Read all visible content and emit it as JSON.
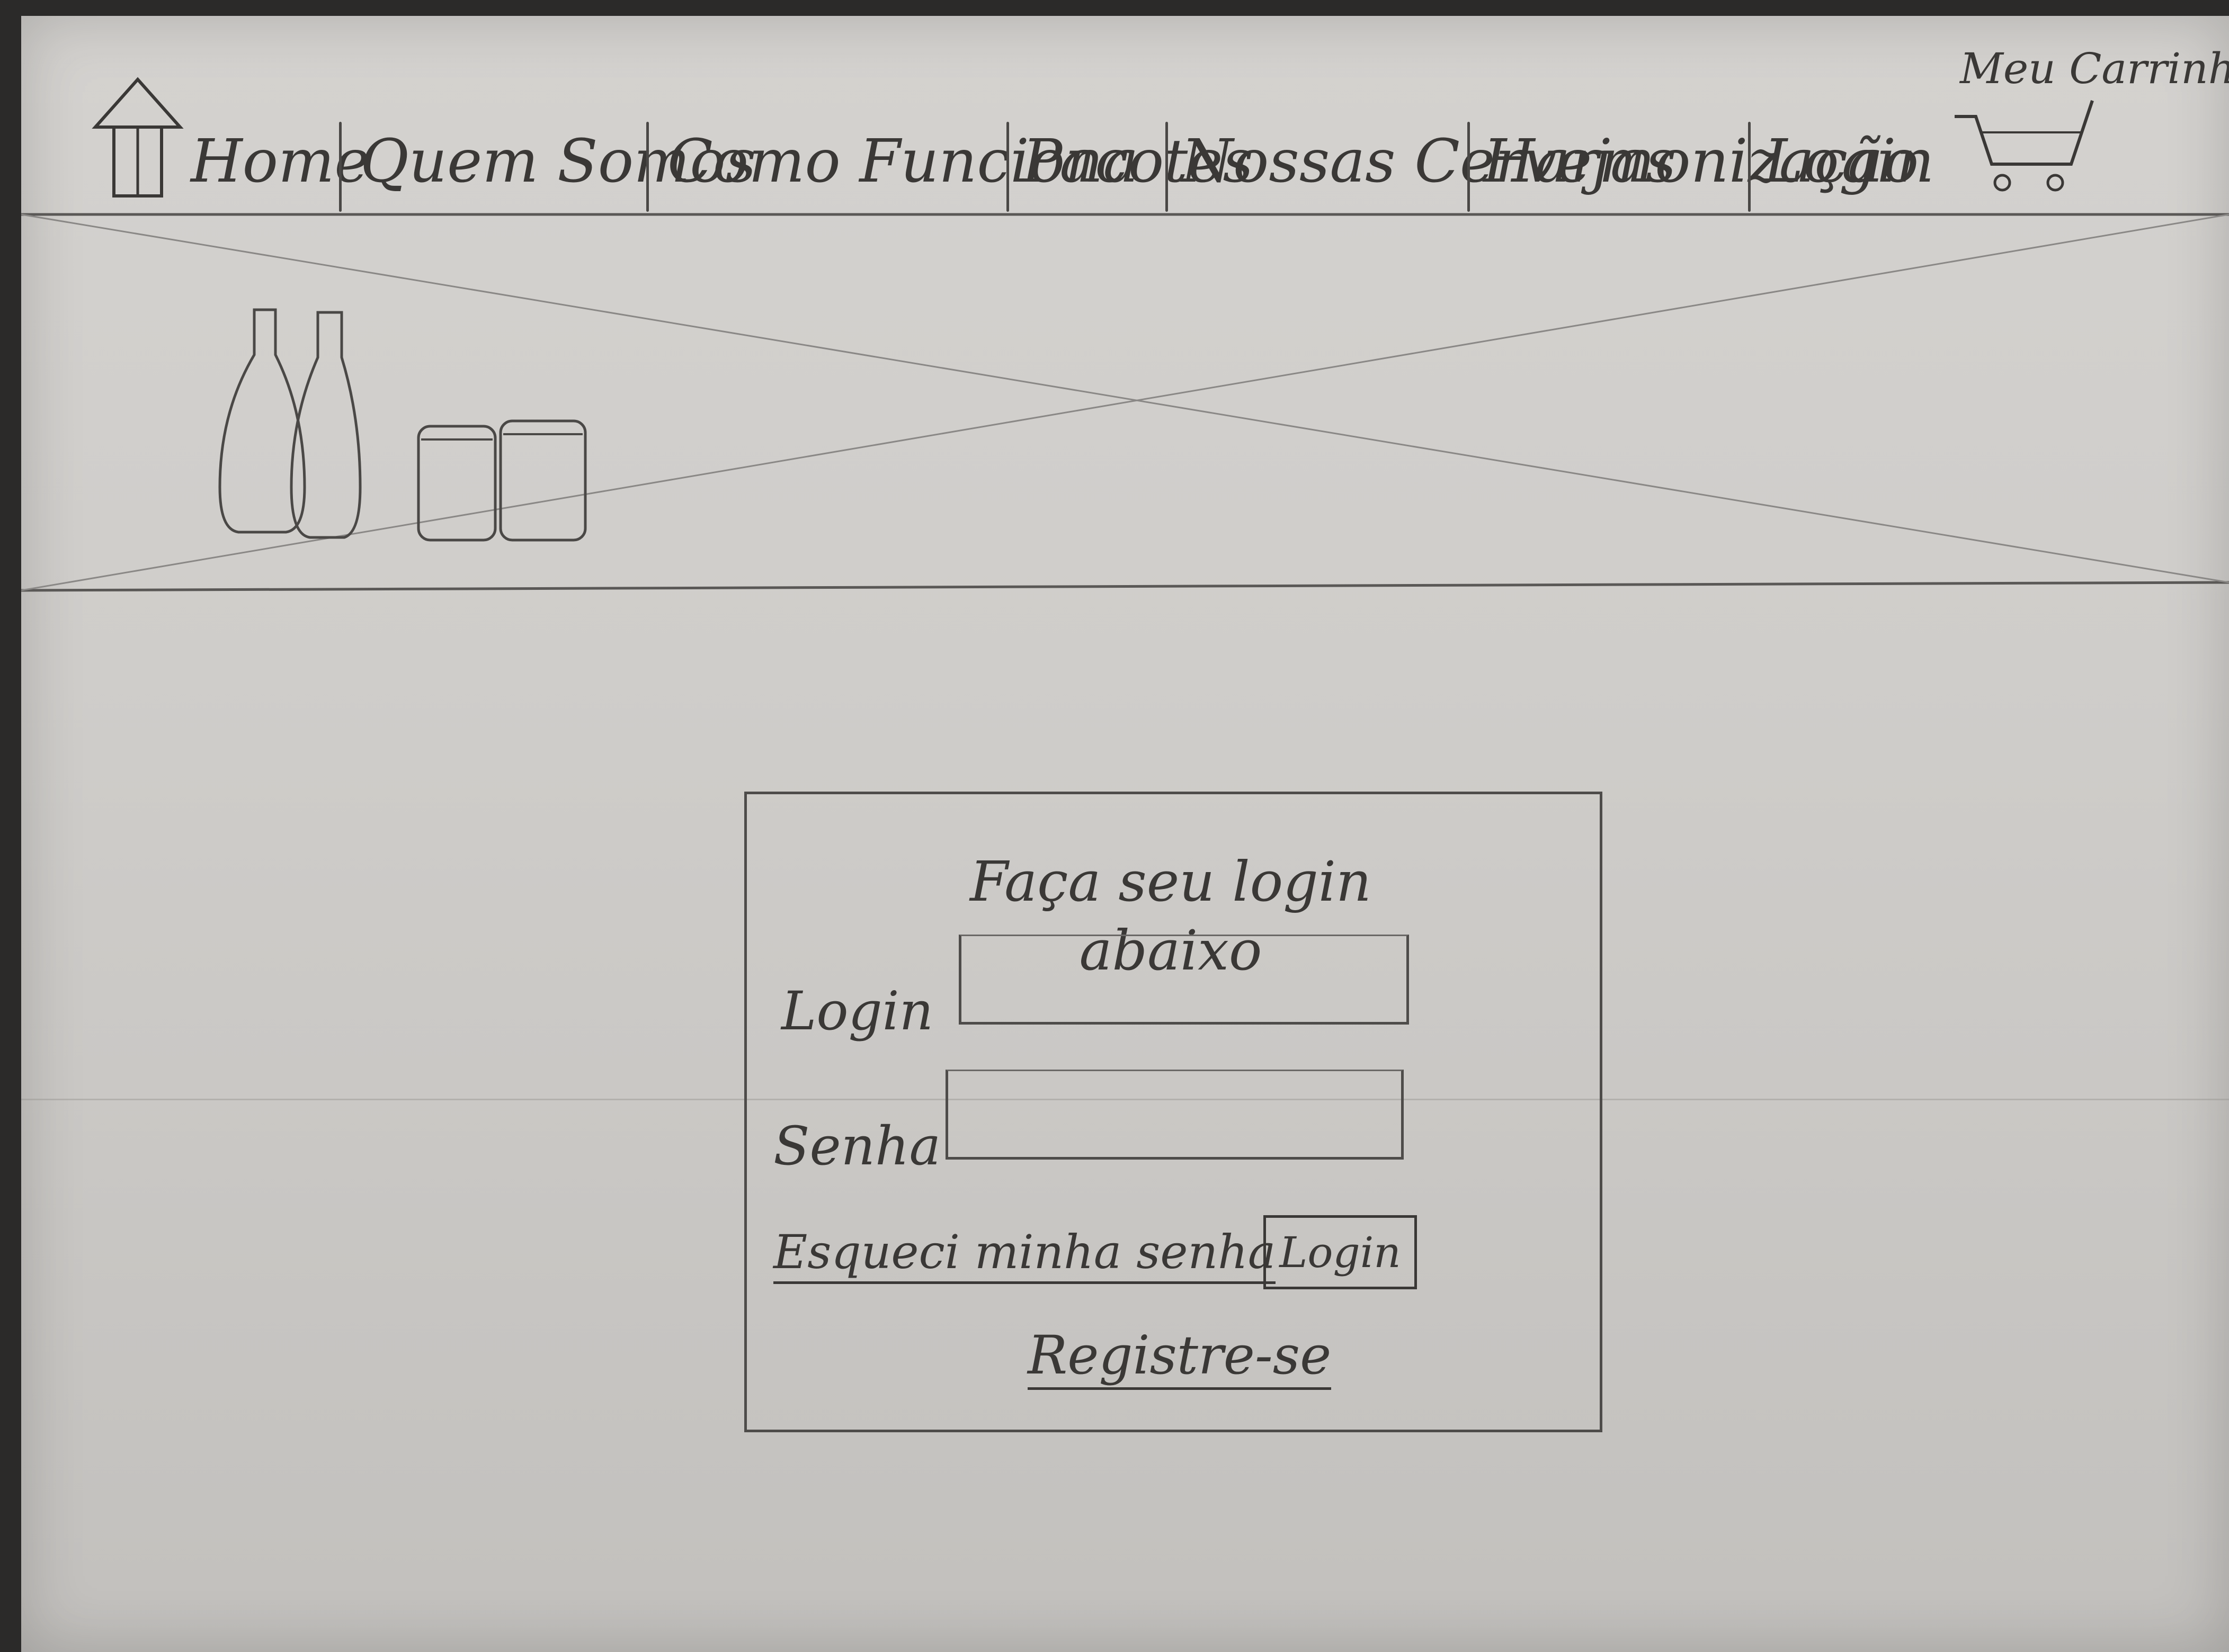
{
  "nav": {
    "items": [
      {
        "label": "Home"
      },
      {
        "label": "Quem Somos"
      },
      {
        "label": "Como Funciona"
      },
      {
        "label": "Pacotes"
      },
      {
        "label": "Nossas Cervejas"
      },
      {
        "label": "Harmonização"
      },
      {
        "label": "Login"
      }
    ]
  },
  "cart": {
    "label": "Meu Carrinho",
    "icon": "cart-icon"
  },
  "home_icon": "house-icon",
  "hero": {
    "type": "image-placeholder",
    "icons": [
      "bottle-icon",
      "bottle-icon",
      "jar-icon",
      "jar-icon"
    ]
  },
  "login_form": {
    "title": "Faça seu login abaixo",
    "login_label": "Login",
    "password_label": "Senha",
    "login_value": "",
    "password_value": "",
    "forgot_password": "Esqueci minha senha",
    "submit_label": "Login",
    "register_link": "Registre-se"
  },
  "colors": {
    "paper": "#cfcdca",
    "pencil": "#3a3836"
  }
}
